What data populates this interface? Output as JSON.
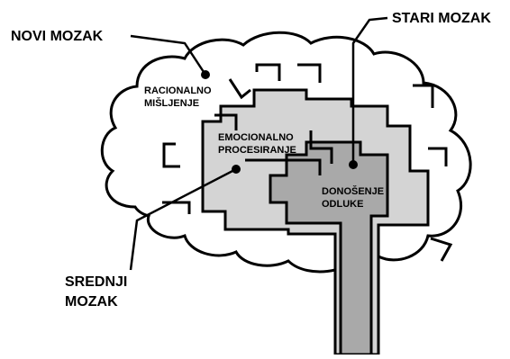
{
  "labels": {
    "novi_mozak": "NOVI MOZAK",
    "stari_mozak": "STARI MOZAK",
    "srednji_mozak_line1": "SREDNJI",
    "srednji_mozak_line2": "MOZAK",
    "racionalno_line1": "RACIONALNO",
    "racionalno_line2": "MIŠLJENJE",
    "emocionalno_line1": "EMOCIONALNO",
    "emocionalno_line2": "PROCESIRANJE",
    "donosenje_line1": "DONOŠENJE",
    "donosenje_line2": "ODLUKE"
  },
  "colors": {
    "outer_brain": "#ffffff",
    "mid_brain": "#d4d4d4",
    "old_brain": "#a9a9a9",
    "outline": "#000000"
  }
}
